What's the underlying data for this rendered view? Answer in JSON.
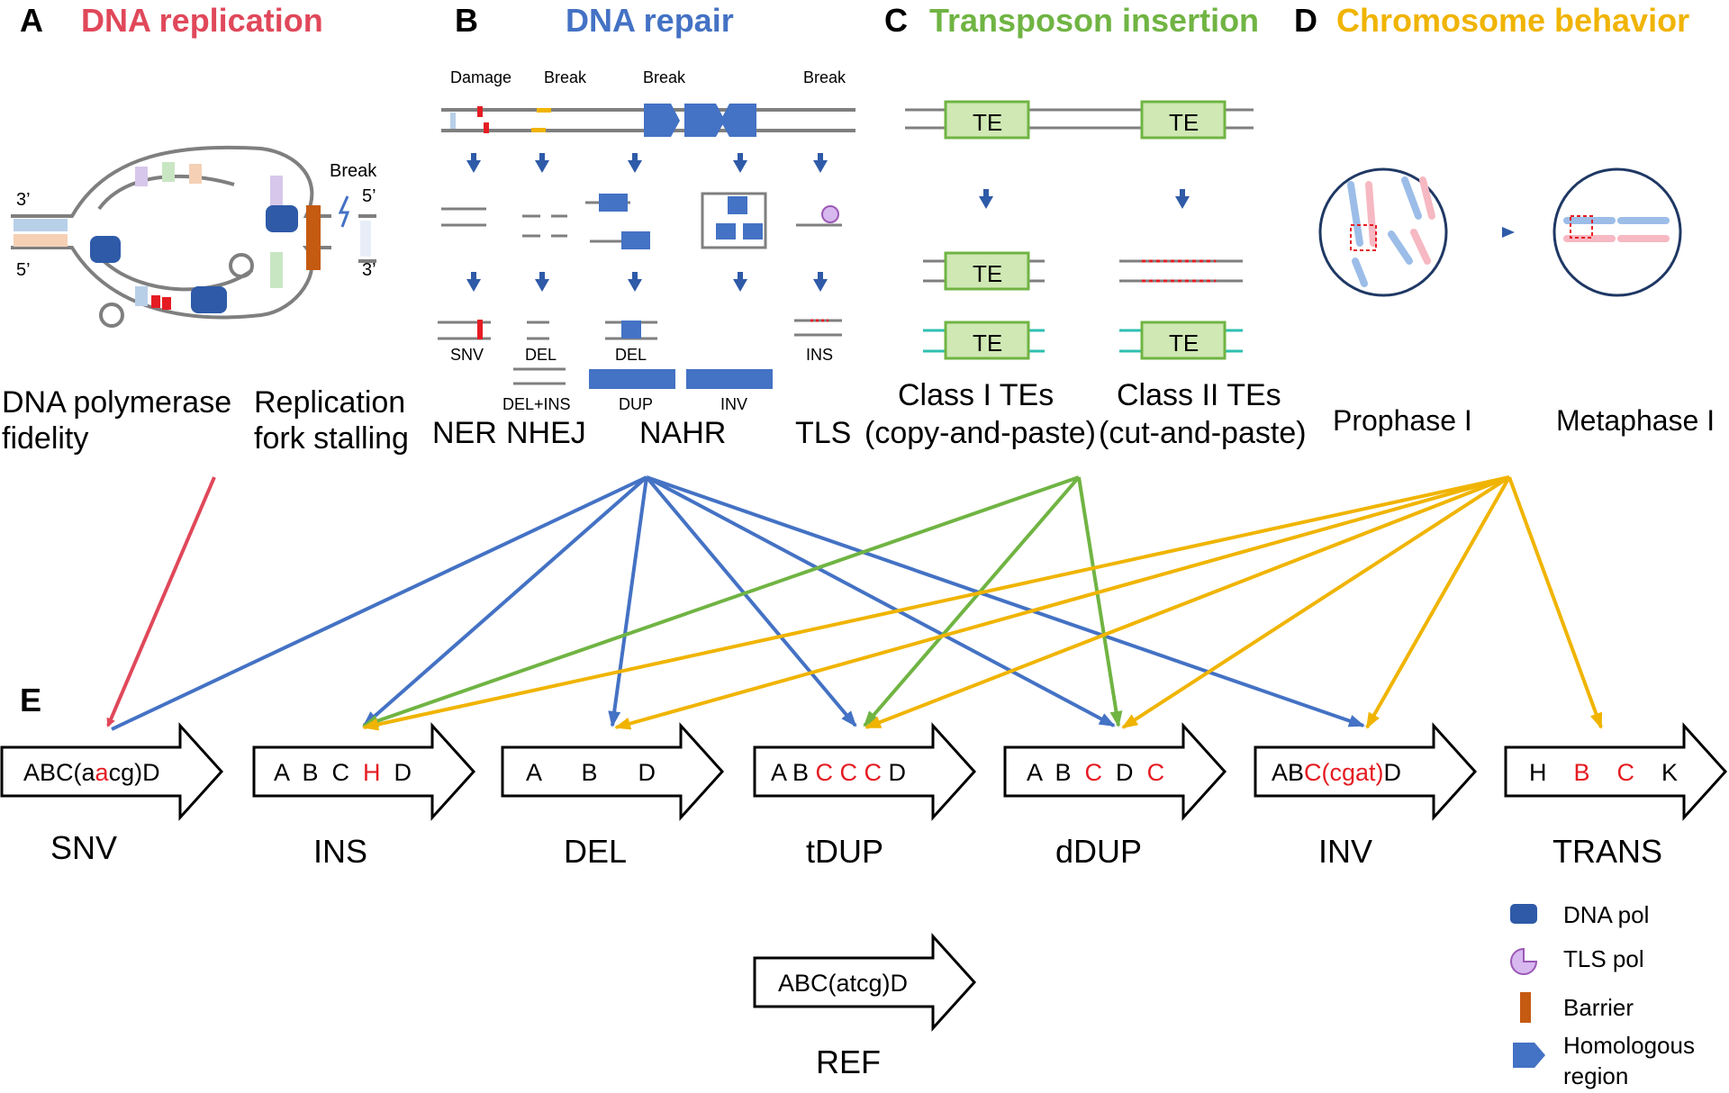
{
  "panels": {
    "a": {
      "letter": "A",
      "title": "DNA replication",
      "color": "#e0485a",
      "break_label": "Break",
      "end_3_left": "3’",
      "end_5_left": "5’",
      "end_5_right": "5’",
      "end_3_right": "3’",
      "caption_left_1": "DNA polymerase",
      "caption_left_2": "fidelity",
      "caption_right_1": "Replication",
      "caption_right_2": "fork stalling"
    },
    "b": {
      "letter": "B",
      "title": "DNA repair",
      "color": "#4472c4",
      "damage_label": "Damage",
      "break_1": "Break",
      "break_2": "Break",
      "break_3": "Break",
      "out_snv": "SNV",
      "out_del_1": "DEL",
      "out_delins": "DEL+INS",
      "out_del_2": "DEL",
      "out_dup": "DUP",
      "out_inv": "INV",
      "out_ins": "INS",
      "mech_ner": "NER",
      "mech_nhej": "NHEJ",
      "mech_nahr": "NAHR",
      "mech_tls": "TLS"
    },
    "c": {
      "letter": "C",
      "title": "Transposon insertion",
      "color": "#70b443",
      "te": "TE",
      "class1_1": "Class I TEs",
      "class1_2": "(copy-and-paste)",
      "class2_1": "Class II TEs",
      "class2_2": "(cut-and-paste)"
    },
    "d": {
      "letter": "D",
      "title": "Chromosome behavior",
      "color": "#f0b400",
      "prophase": "Prophase I",
      "metaphase": "Metaphase I"
    },
    "e": {
      "letter": "E"
    }
  },
  "variants": [
    {
      "name": "SNV",
      "seq": [
        {
          "t": "ABC(a",
          "red": false
        },
        {
          "t": "a",
          "red": true
        },
        {
          "t": "cg)D",
          "red": false
        }
      ]
    },
    {
      "name": "INS",
      "seq": [
        {
          "t": "A  B  C  ",
          "red": false
        },
        {
          "t": "H",
          "red": true
        },
        {
          "t": "  D",
          "red": false
        }
      ]
    },
    {
      "name": "DEL",
      "seq": [
        {
          "t": "A      B      D",
          "red": false
        }
      ]
    },
    {
      "name": "tDUP",
      "seq": [
        {
          "t": "A B ",
          "red": false
        },
        {
          "t": "C C C",
          "red": true
        },
        {
          "t": " D",
          "red": false
        }
      ]
    },
    {
      "name": "dDUP",
      "seq": [
        {
          "t": "A  B  ",
          "red": false
        },
        {
          "t": "C",
          "red": true
        },
        {
          "t": "  D  ",
          "red": false
        },
        {
          "t": "C",
          "red": true
        }
      ]
    },
    {
      "name": "INV",
      "seq": [
        {
          "t": "AB",
          "red": false
        },
        {
          "t": "C(cgat)",
          "red": true
        },
        {
          "t": "D",
          "red": false
        }
      ]
    },
    {
      "name": "TRANS",
      "seq": [
        {
          "t": "H    ",
          "red": false
        },
        {
          "t": "B",
          "red": true
        },
        {
          "t": "    ",
          "red": false
        },
        {
          "t": "C",
          "red": true
        },
        {
          "t": "    K",
          "red": false
        }
      ]
    }
  ],
  "reference": {
    "name": "REF",
    "seq": "ABC(atcg)D"
  },
  "legend": [
    {
      "label": "DNA pol",
      "icon": "dna-pol-icon"
    },
    {
      "label": "TLS pol",
      "icon": "tls-pol-icon"
    },
    {
      "label": "Barrier",
      "icon": "barrier-icon"
    },
    {
      "label_1": "Homologous",
      "label_2": "region",
      "icon": "homologous-region-icon"
    }
  ],
  "colors": {
    "red_arrow": "#e0485a",
    "blue_arrow": "#4472c4",
    "green_arrow": "#70b443",
    "yellow_arrow": "#f0b400",
    "variant_red": "#e51c23",
    "te_fill": "#cfe8b4",
    "te_stroke": "#70b443"
  }
}
